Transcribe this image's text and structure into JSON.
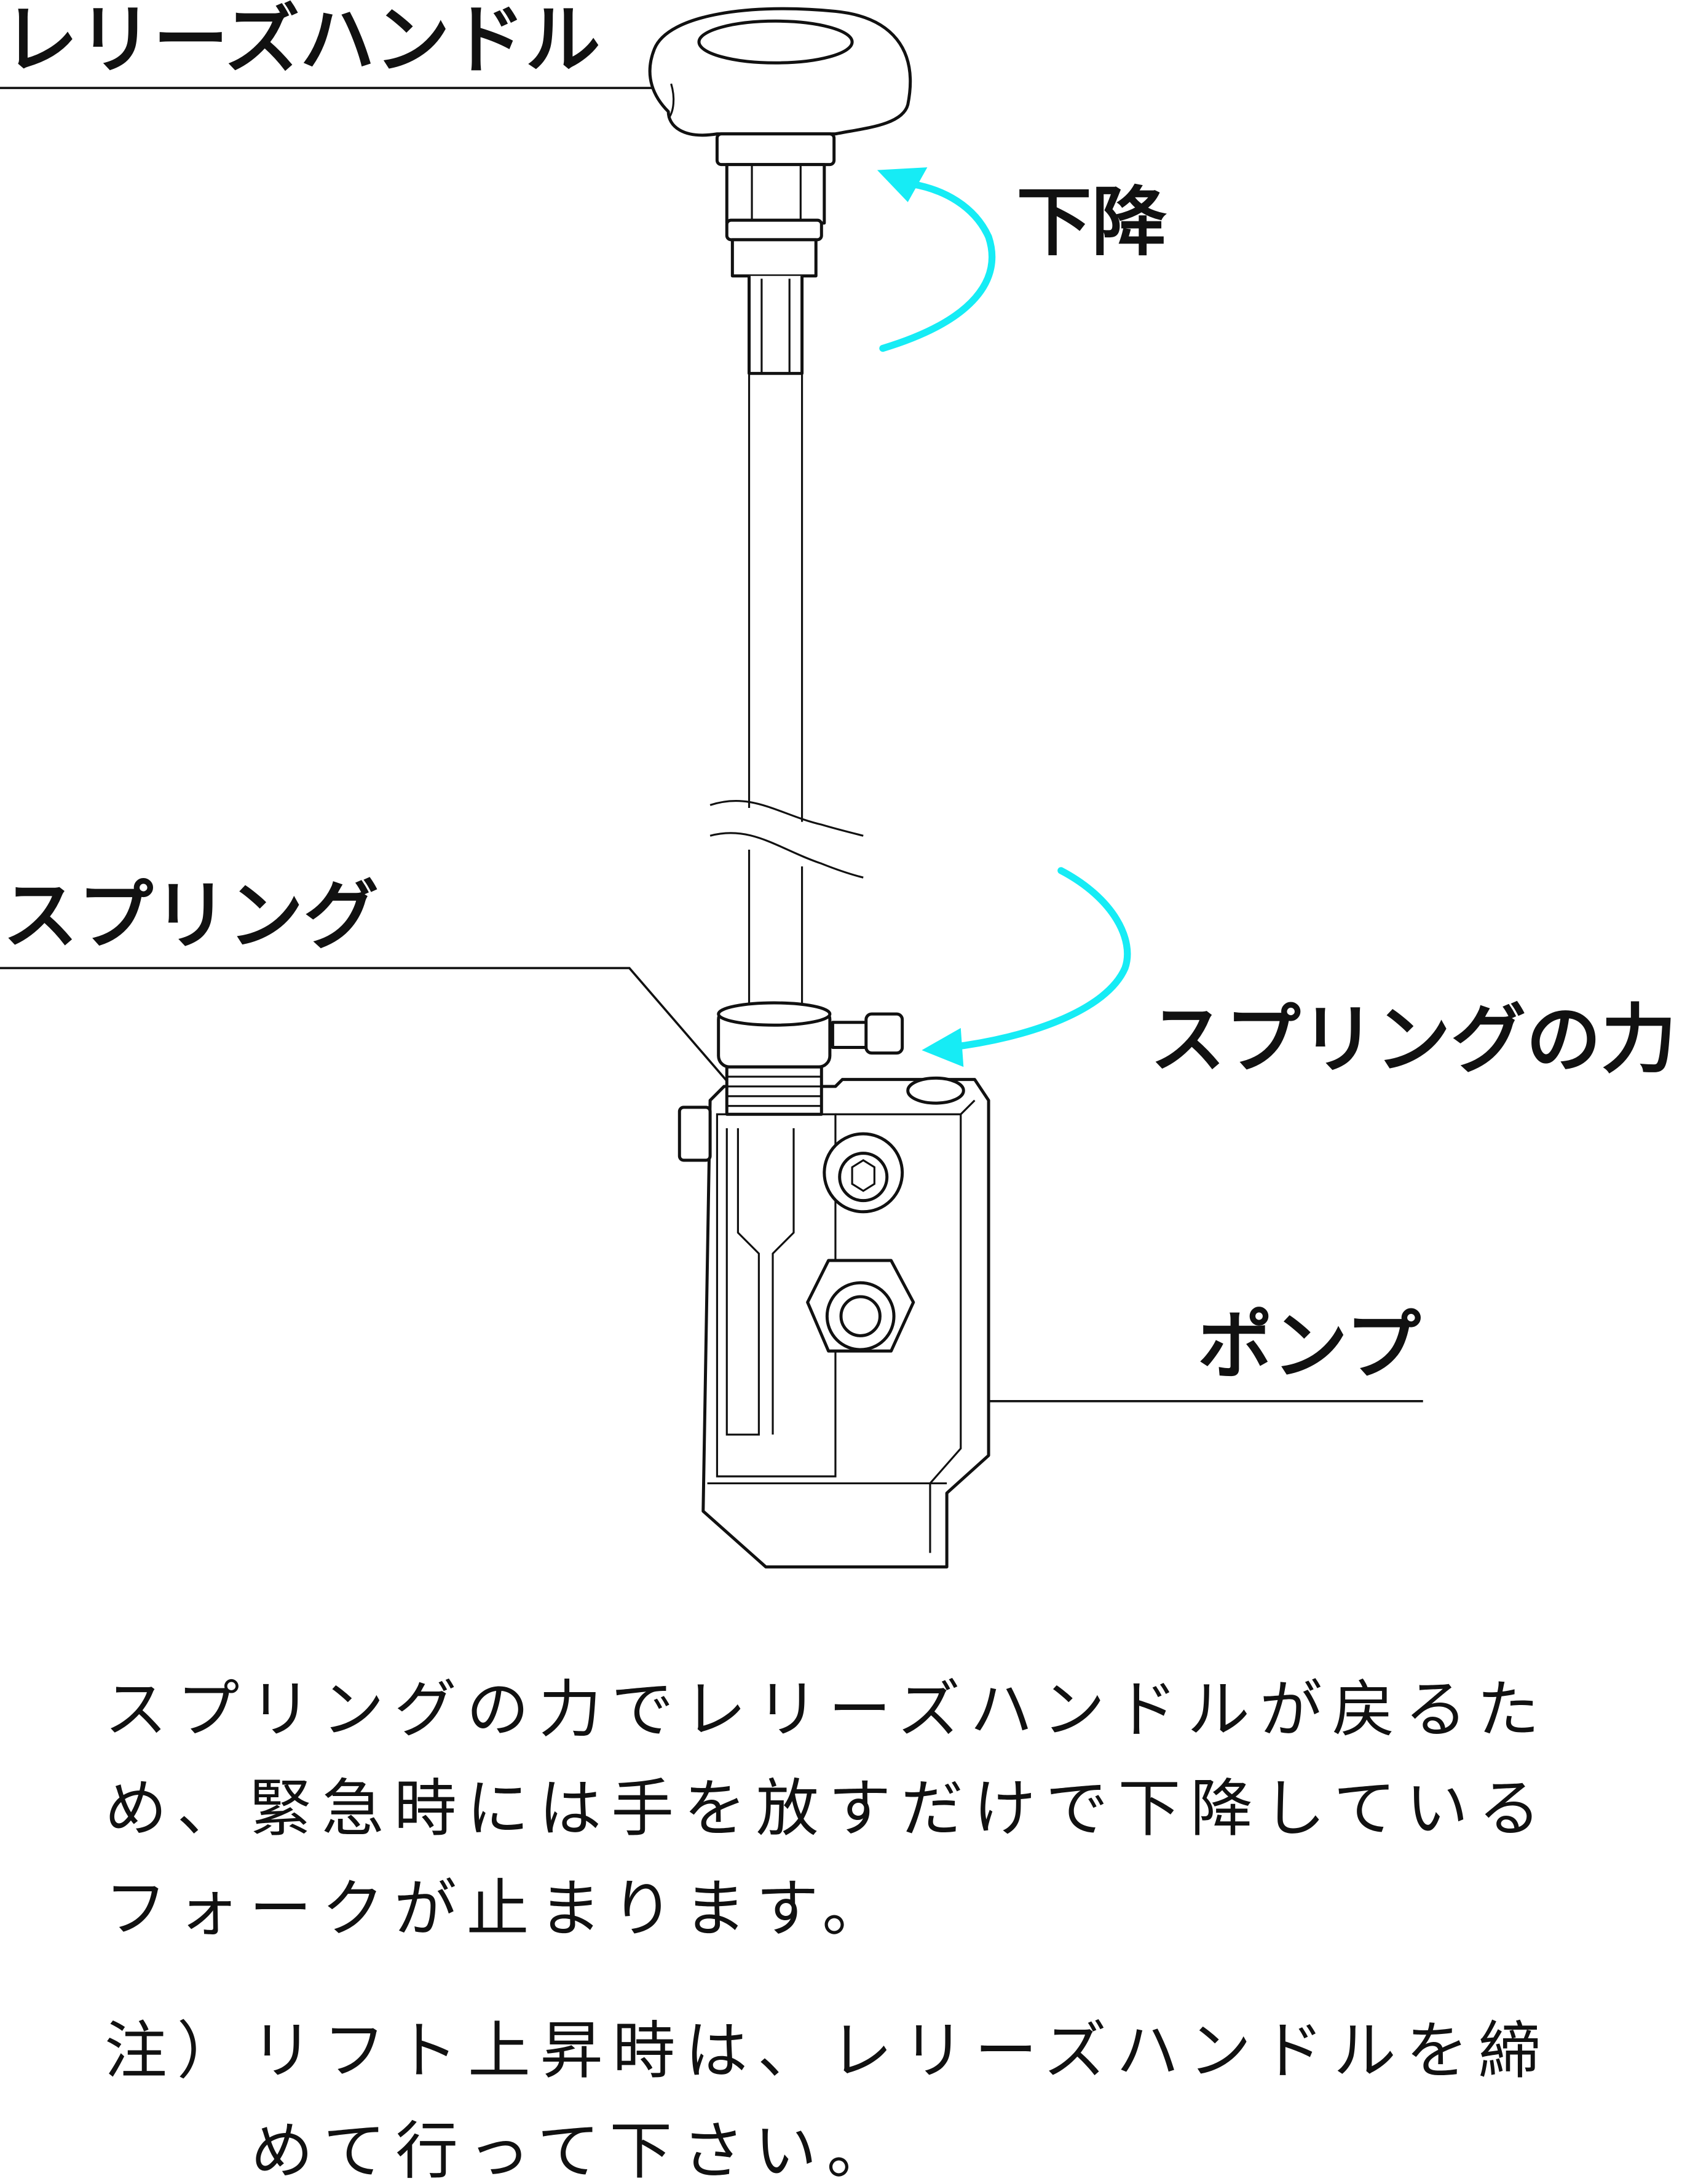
{
  "labels": {
    "release_handle": "レリーズハンドル",
    "lower": "下降",
    "spring": "スプリング",
    "spring_force": "スプリングの力",
    "pump": "ポンプ"
  },
  "description": {
    "lines": [
      "スプリングの力でレリーズハンドルが戻るた",
      "め、緊急時には手を放すだけで下降している",
      "フォークが止まります。"
    ]
  },
  "note": {
    "prefix": "注）",
    "lines": [
      "リフト上昇時は、レリーズハンドルを締",
      "めて行って下さい。"
    ]
  },
  "colors": {
    "arrow": "#16ecf5",
    "line": "#111111"
  }
}
